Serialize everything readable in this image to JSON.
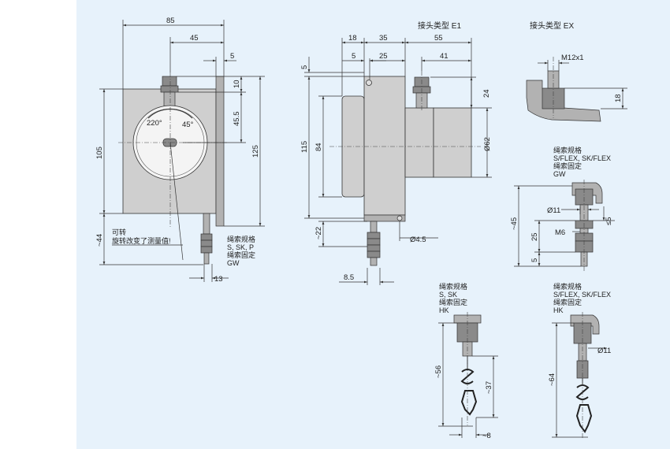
{
  "headers": {
    "connector_e1": "接头类型 E1",
    "connector_ex": "接头类型 EX"
  },
  "front_view": {
    "dims": {
      "width_85": "85",
      "width_45": "45",
      "offset_5": "5",
      "v_10": "10",
      "v_45_5": "45.5",
      "h_105": "105",
      "h_125": "125",
      "v_44": "~44",
      "w_13": "13"
    },
    "dial": {
      "angle_left": "220°",
      "angle_right": "45°"
    },
    "note_line1": "可转",
    "note_line2": "旋转改变了测量值!",
    "spec_title": "绳索规格",
    "spec_value": "S, SK, P",
    "fix_title": "绳索固定",
    "fix_value": "GW"
  },
  "side_view": {
    "dims": {
      "w_18": "18",
      "w_35": "35",
      "w_55": "55",
      "w_5": "5",
      "w_25": "25",
      "w_41": "41",
      "v_5": "5",
      "h_115": "115",
      "h_84": "84",
      "v_24": "24",
      "dia_62": "Ø62",
      "v_22": "~22",
      "dia_4_5": "Ø4.5",
      "w_8_5": "8.5"
    }
  },
  "ex_detail": {
    "thread": "M12x1",
    "v_18": "18"
  },
  "gw_detail": {
    "spec_title": "绳索规格",
    "spec_value": "S/FLEX, SK/FLEX",
    "fix_title": "绳索固定",
    "fix_value": "GW",
    "dia_11": "Ø11",
    "le_5": "≤5",
    "m6": "M6",
    "v_45": "~45",
    "v_25": "25",
    "v_5": "5"
  },
  "hk_detail_1": {
    "spec_title": "绳索规格",
    "spec_value": "S, SK",
    "fix_title": "绳索固定",
    "fix_value": "HK",
    "v_56": "~56",
    "v_37": "~37",
    "w_8": "~8"
  },
  "hk_detail_2": {
    "spec_title": "绳索规格",
    "spec_value": "S/FLEX, SK/FLEX",
    "fix_title": "绳索固定",
    "fix_value": "HK",
    "dia_11": "Ø11",
    "v_64": "~64"
  }
}
